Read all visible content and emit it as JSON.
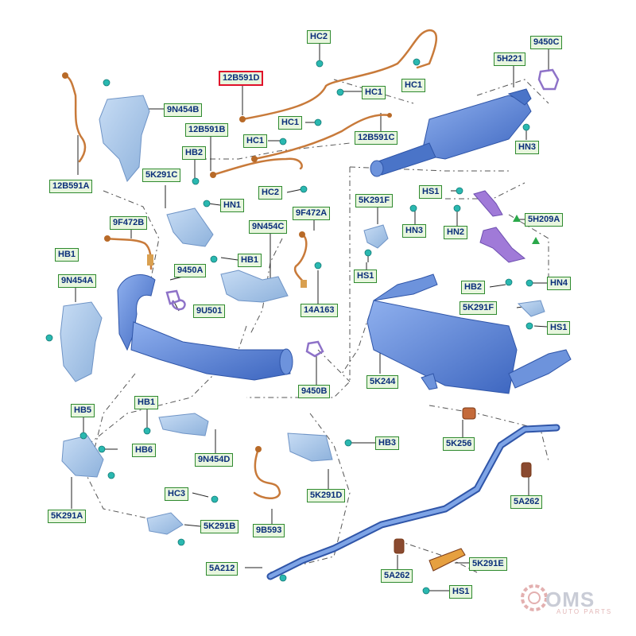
{
  "labels": {
    "HC2_top": "HC2",
    "12B591D": "12B591D",
    "HC1_top": "HC1",
    "HC1_mid": "HC1",
    "9450C": "9450C",
    "5H221": "5H221",
    "9N454B": "9N454B",
    "12B591B": "12B591B",
    "HC1_left": "HC1",
    "HC1_l2": "HC1",
    "12B591C": "12B591C",
    "HN3_right": "HN3",
    "HB2_top": "HB2",
    "5K291C": "5K291C",
    "HC2_mid": "HC2",
    "12B591A": "12B591A",
    "HN1": "HN1",
    "5K291F_top": "5K291F",
    "HS1_top": "HS1",
    "9F472B": "9F472B",
    "9F472A": "9F472A",
    "HN3_mid": "HN3",
    "HN2": "HN2",
    "5H209A": "5H209A",
    "9N454C": "9N454C",
    "HB1_left": "HB1",
    "HB1_mid": "HB1",
    "9450A": "9450A",
    "9N454A": "9N454A",
    "HS1_mid": "HS1",
    "HB2_right": "HB2",
    "HN4": "HN4",
    "14A163": "14A163",
    "9U501": "9U501",
    "5K291F_right": "5K291F",
    "HS1_right": "HS1",
    "5K244": "5K244",
    "9450B": "9450B",
    "HB5": "HB5",
    "HB1_low": "HB1",
    "HB6": "HB6",
    "9N454D": "9N454D",
    "HB3": "HB3",
    "5K256": "5K256",
    "HC3": "HC3",
    "5K291D": "5K291D",
    "5A262_right": "5A262",
    "5K291A": "5K291A",
    "5K291B": "5K291B",
    "9B593": "9B593",
    "5A212": "5A212",
    "5A262_low": "5A262",
    "5K291E": "5K291E",
    "HS1_bottom": "HS1"
  },
  "highlighted_part": "12B591D",
  "watermark": {
    "brand": "OMS",
    "tagline": "AUTO PARTS"
  },
  "colors": {
    "part_blue": "#5a86d8",
    "part_blue_dark": "#2f55a8",
    "sensor_orange": "#c87a3a",
    "label_bg": "#e8f6de",
    "label_border": "#2f8a2f",
    "label_text": "#0a2e7a",
    "highlight_border": "#e0102a",
    "fastener_teal": "#2ab8b0",
    "leader_line": "#333333"
  }
}
